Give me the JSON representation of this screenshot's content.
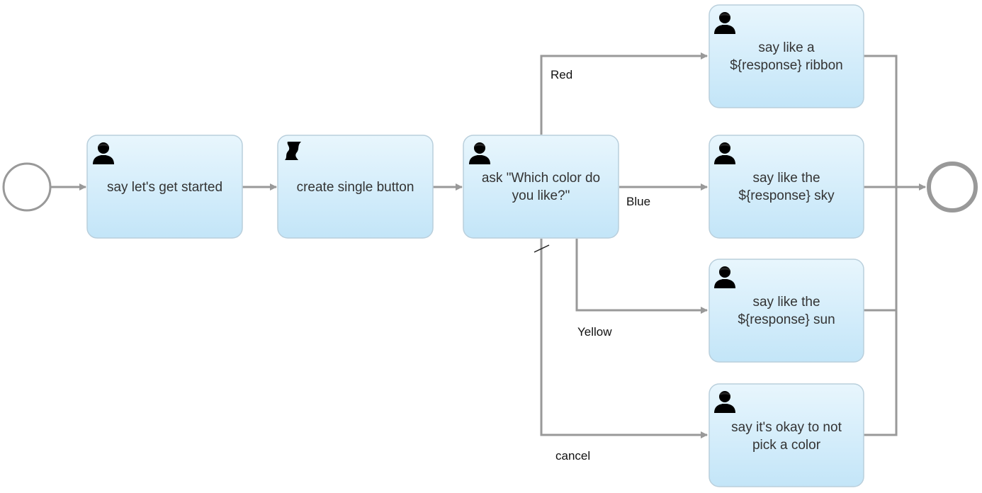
{
  "colors": {
    "task_fill_top": "#e8f6fd",
    "task_fill_bottom": "#c3e5f8",
    "task_border": "#b9cfdc",
    "flow_line": "#999999",
    "event_stroke": "#999999"
  },
  "tasks": {
    "say_started": {
      "line1": "say let's get started",
      "icon": "user-icon"
    },
    "create_button": {
      "line1": "create single button",
      "icon": "script-icon"
    },
    "ask_color": {
      "line1": "ask \"Which color do",
      "line2": "you like?\"",
      "icon": "user-icon"
    },
    "ribbon": {
      "line1": "say like a",
      "line2": "${response} ribbon",
      "icon": "user-icon"
    },
    "sky": {
      "line1": "say like the",
      "line2": "${response} sky",
      "icon": "user-icon"
    },
    "sun": {
      "line1": "say like the",
      "line2": "${response} sun",
      "icon": "user-icon"
    },
    "cancel": {
      "line1": "say it's okay to not",
      "line2": "pick a color",
      "icon": "user-icon"
    }
  },
  "flow_labels": {
    "red": "Red",
    "blue": "Blue",
    "yellow": "Yellow",
    "cancel": "cancel"
  },
  "events": {
    "start": "start-event",
    "end": "end-event"
  }
}
